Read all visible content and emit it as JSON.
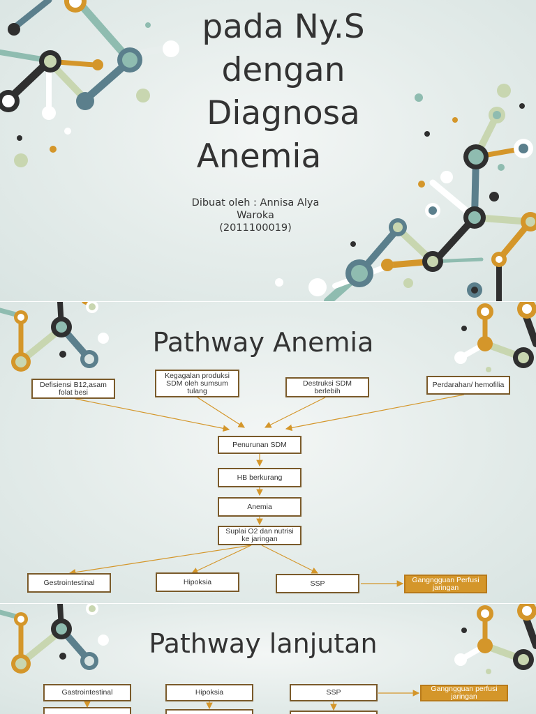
{
  "slide1": {
    "title_lines": [
      "pada Ny.S",
      "dengan",
      "Diagnosa",
      "Anemia"
    ],
    "author_line1": "Dibuat oleh : Annisa Alya",
    "author_line2": "Waroka",
    "author_line3": "(2011100019)"
  },
  "slide2": {
    "title": "Pathway Anemia",
    "nodes": {
      "defisiensi": "Defisiensi B12,asam folat besi",
      "kegagalan": "Kegagalan produksi SDM oleh sumsum tulang",
      "destruksi": "Destruksi SDM berlebih",
      "perdarahan": "Perdarahan/ hemofilia",
      "penurunan": "Penurunan SDM",
      "hb": "HB berkurang",
      "anemia": "Anemia",
      "suplai": "Suplai O2 dan nutrisi ke jaringan",
      "gastro": "Gestrointestinal",
      "hipoksia": "Hipoksia",
      "ssp": "SSP",
      "gangguan": "Gangngguan Perfusi jaringan"
    }
  },
  "slide3": {
    "title": "Pathway lanjutan",
    "nodes": {
      "gastro": "Gastrointestinal",
      "hipoksia": "Hipoksia",
      "ssp": "SSP",
      "gangguan": "Gangngguan perfusi jaringan"
    }
  },
  "colors": {
    "title": "#333333",
    "box_border": "#7a5a2a",
    "highlight": "#d4962a",
    "arrow": "#d4962a"
  }
}
